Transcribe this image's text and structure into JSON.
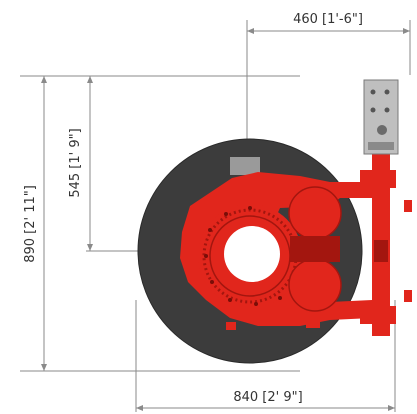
{
  "dimensions": {
    "top_width": "460 [1'-6\"]",
    "left_height_inner": "545 [1' 9\"]",
    "left_height_outer": "890 [2' 11\"]",
    "bottom_width": "840 [2' 9\"]"
  },
  "colors": {
    "accent": "#e1261c",
    "disc": "#3c3c3c",
    "dimension_line": "#8a8a8a"
  }
}
